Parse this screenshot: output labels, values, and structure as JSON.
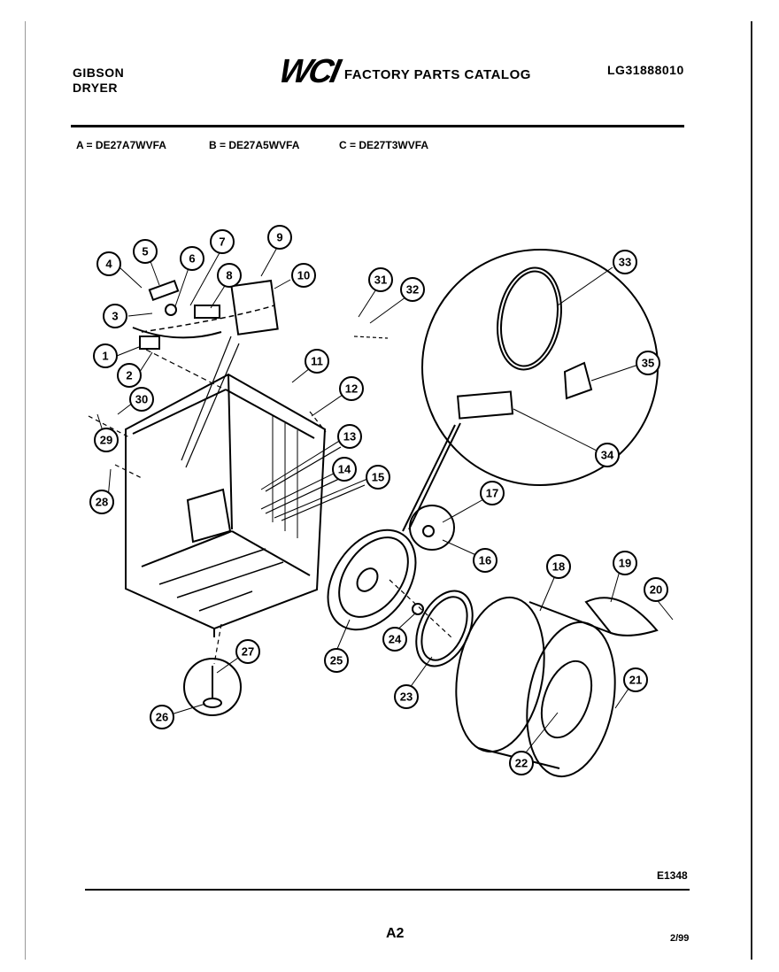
{
  "header": {
    "brand_line1": "GIBSON",
    "brand_line2": "DRYER",
    "logo_text": "WCI",
    "catalog_title": "FACTORY PARTS CATALOG",
    "doc_number": "LG31888010"
  },
  "models": {
    "a": "A = DE27A7WVFA",
    "b": "B = DE27A5WVFA",
    "c": "C = DE27T3WVFA"
  },
  "callouts": [
    "1",
    "2",
    "3",
    "4",
    "5",
    "6",
    "7",
    "8",
    "9",
    "10",
    "11",
    "12",
    "13",
    "14",
    "15",
    "16",
    "17",
    "18",
    "19",
    "20",
    "21",
    "22",
    "23",
    "24",
    "25",
    "26",
    "27",
    "28",
    "29",
    "30",
    "31",
    "32",
    "33",
    "34",
    "35"
  ],
  "footer": {
    "figure_code": "E1348",
    "page": "A2",
    "date": "2/99"
  }
}
